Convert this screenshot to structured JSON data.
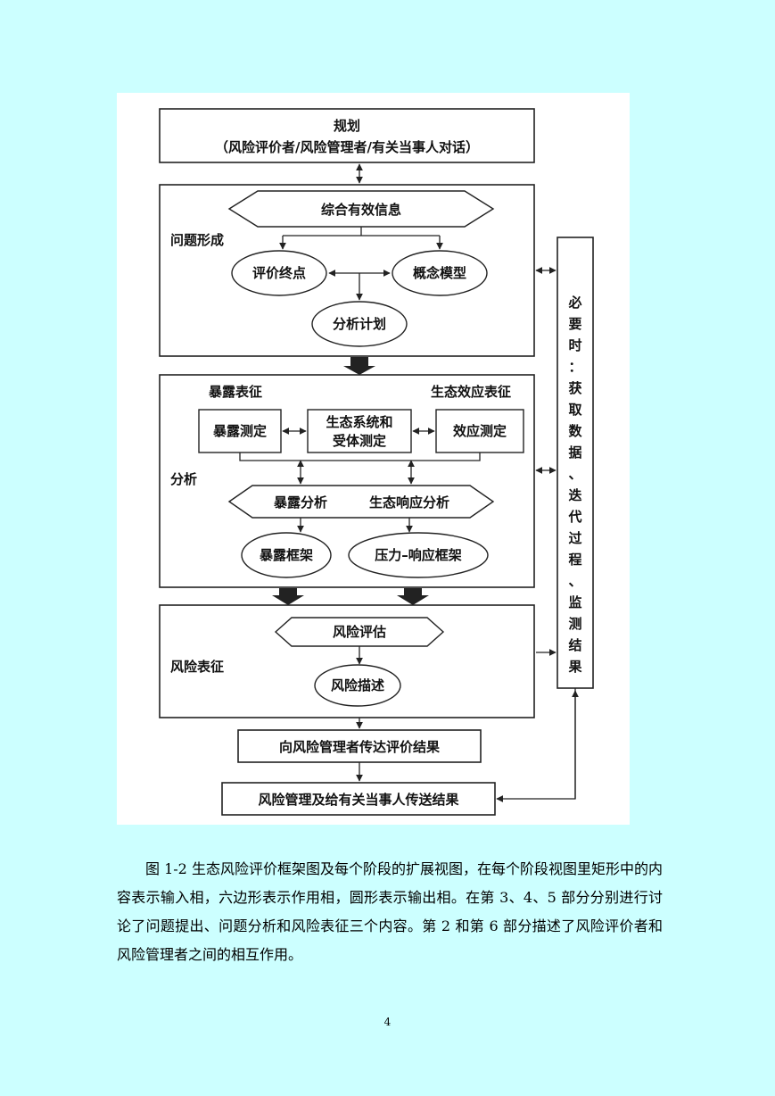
{
  "diagram": {
    "planning": {
      "title": "规划",
      "subtitle": "（风险评价者/风险管理者/有关当事人对话）"
    },
    "problem_formulation": {
      "label": "问题形成",
      "integrate": "综合有效信息",
      "endpoints": "评价终点",
      "conceptual_model": "概念模型",
      "analysis_plan": "分析计划"
    },
    "analysis": {
      "label": "分析",
      "exposure_char": "暴露表征",
      "effects_char": "生态效应表征",
      "exposure_measure": "暴露测定",
      "ecosystem_line1": "生态系统和",
      "ecosystem_line2": "受体测定",
      "effects_measure": "效应测定",
      "exposure_analysis": "暴露分析",
      "response_analysis": "生态响应分析",
      "exposure_profile": "暴露框架",
      "stress_response_profile": "压力–响应框架"
    },
    "risk_characterization": {
      "label": "风险表征",
      "risk_estimation": "风险评估",
      "risk_description": "风险描述"
    },
    "communicate": "向风险管理者传达评价结果",
    "management": "风险管理及给有关当事人传送结果",
    "side_chars": [
      "必",
      "要",
      "时",
      "：",
      "获",
      "取",
      "数",
      "据",
      "、",
      "迭",
      "代",
      "过",
      "程",
      "、",
      "监",
      "测",
      "结",
      "果"
    ]
  },
  "caption": "图 1-2 生态风险评价框架图及每个阶段的扩展视图，在每个阶段视图里矩形中的内容表示输入相，六边形表示作用相，圆形表示输出相。在第 3、4、5 部分分别进行讨论了问题提出、问题分析和风险表征三个内容。第 2 和第 6 部分描述了风险评价者和风险管理者之间的相互作用。",
  "page_number": "4"
}
